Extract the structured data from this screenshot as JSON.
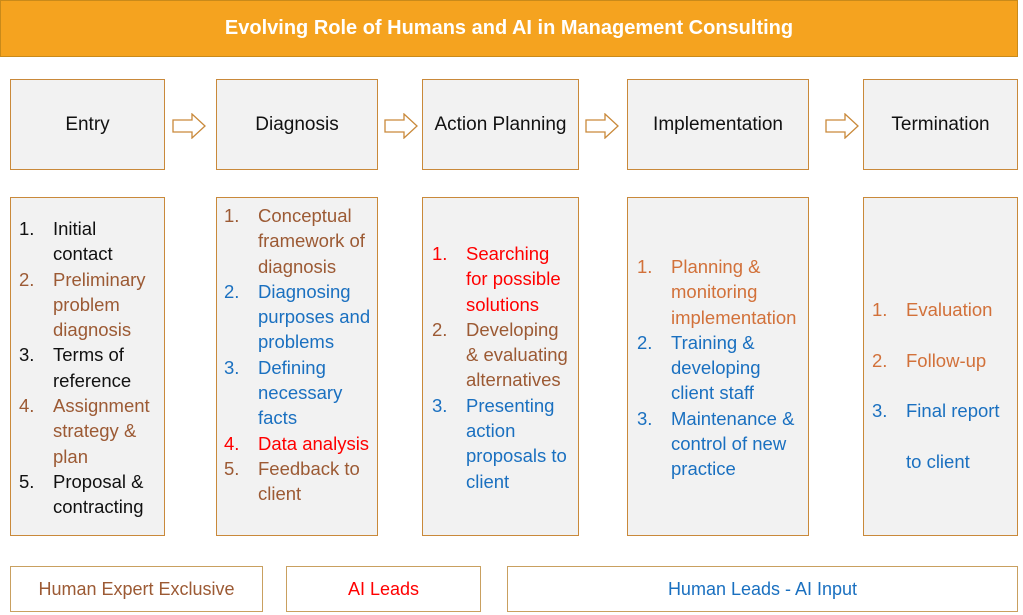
{
  "title": "Evolving Role of Humans and AI in Management Consulting",
  "stages": [
    "Entry",
    "Diagnosis",
    "Action Planning",
    "Implementation",
    "Termination"
  ],
  "colors": {
    "human_expert": "#9c5a34",
    "ai_leads": "#ff0000",
    "human_leads_ai_input": "#1a70c0",
    "header": "#f5a31f"
  },
  "details": [
    [
      {
        "n": "1.",
        "t": "Initial contact",
        "c": "black"
      },
      {
        "n": "2.",
        "t": "Preliminary problem diagnosis",
        "c": "brown"
      },
      {
        "n": "3.",
        "t": "Terms of reference",
        "c": "black"
      },
      {
        "n": "4.",
        "t": "Assignment strategy & plan",
        "c": "brown"
      },
      {
        "n": "5.",
        "t": "Proposal & contracting",
        "c": "black"
      }
    ],
    [
      {
        "n": "1.",
        "t": "Conceptual framework of diagnosis",
        "c": "brown"
      },
      {
        "n": "2.",
        "t": "Diagnosing purposes and problems",
        "c": "blue"
      },
      {
        "n": "3.",
        "t": "Defining necessary facts",
        "c": "blue"
      },
      {
        "n": "4.",
        "t": "Data analysis",
        "c": "red"
      },
      {
        "n": "5.",
        "t": "Feedback to client",
        "c": "brown"
      }
    ],
    [
      {
        "n": "1.",
        "t": "Searching for possible solutions",
        "c": "red"
      },
      {
        "n": "2.",
        "t": "Developing & evaluating alternatives",
        "c": "brown"
      },
      {
        "n": "3.",
        "t": "Presenting action proposals to client",
        "c": "blue"
      }
    ],
    [
      {
        "n": "1.",
        "t": "Planning & monitoring implementation",
        "c": "orange"
      },
      {
        "n": "2.",
        "t": "Training & developing client staff",
        "c": "blue"
      },
      {
        "n": "3.",
        "t": "Maintenance & control of new practice",
        "c": "blue"
      }
    ],
    [
      {
        "n": "1.",
        "t": "Evaluation",
        "c": "orange"
      },
      {
        "n": "2.",
        "t": "Follow-up",
        "c": "orange"
      },
      {
        "n": "3.",
        "t": "Final report to client",
        "c": "blue"
      }
    ]
  ],
  "legend": {
    "human_expert": "Human Expert Exclusive",
    "ai_leads": "AI Leads",
    "human_leads_ai_input": "Human Leads - AI Input"
  }
}
